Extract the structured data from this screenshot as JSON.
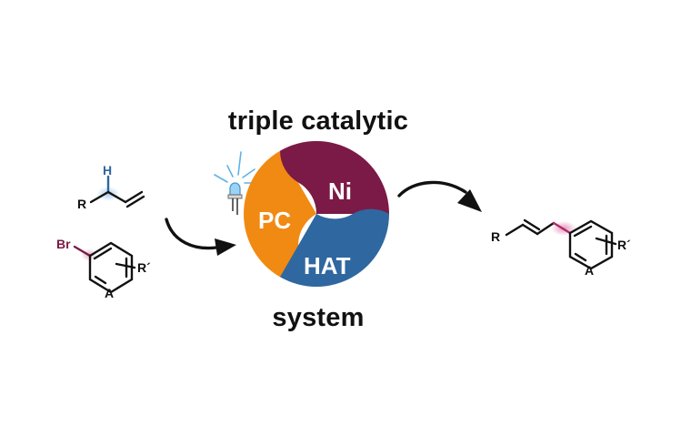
{
  "diagram": {
    "title_top": "triple catalytic",
    "title_bottom": "system",
    "catalysts": [
      {
        "label": "PC",
        "color": "#f18a12"
      },
      {
        "label": "Ni",
        "color": "#7b1a46"
      },
      {
        "label": "HAT",
        "color": "#2f67a0"
      }
    ],
    "reactant_1": {
      "r_label": "R",
      "h_label": "H",
      "h_color": "#2f67a0"
    },
    "reactant_2": {
      "br_label": "Br",
      "br_color": "#7b1a46",
      "ring_atom": "A",
      "substituent": "R´"
    },
    "product": {
      "r_label": "R",
      "ring_atom": "A",
      "substituent": "R´",
      "highlight_color": "#b02a6a"
    },
    "light_icon_color": "#5fb2e8"
  }
}
